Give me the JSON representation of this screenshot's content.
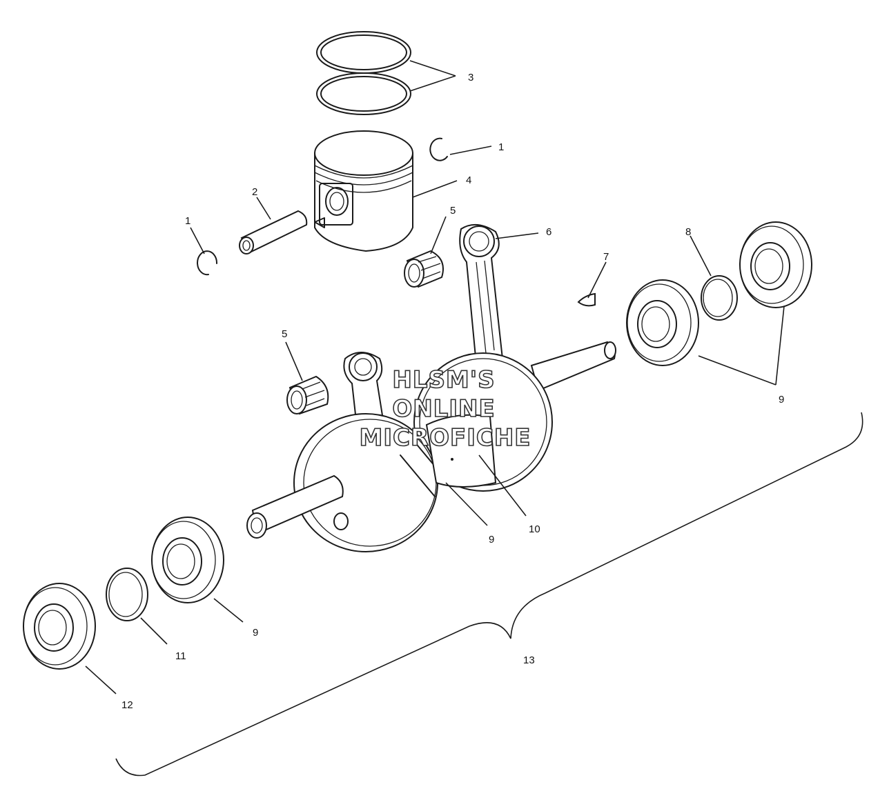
{
  "watermark": {
    "line1": "HLSM'S",
    "line2": "ONLINE",
    "line3": "MICROFICHE"
  },
  "callouts": {
    "c1_top": "1",
    "c1_left": "1",
    "c2": "2",
    "c3": "3",
    "c4": "4",
    "c5_top": "5",
    "c5_mid": "5",
    "c6": "6",
    "c7": "7",
    "c8": "8",
    "c9_right": "9",
    "c9_center": "9",
    "c9_left": "9",
    "c10": "10",
    "c11": "11",
    "c12": "12",
    "c13": "13"
  }
}
